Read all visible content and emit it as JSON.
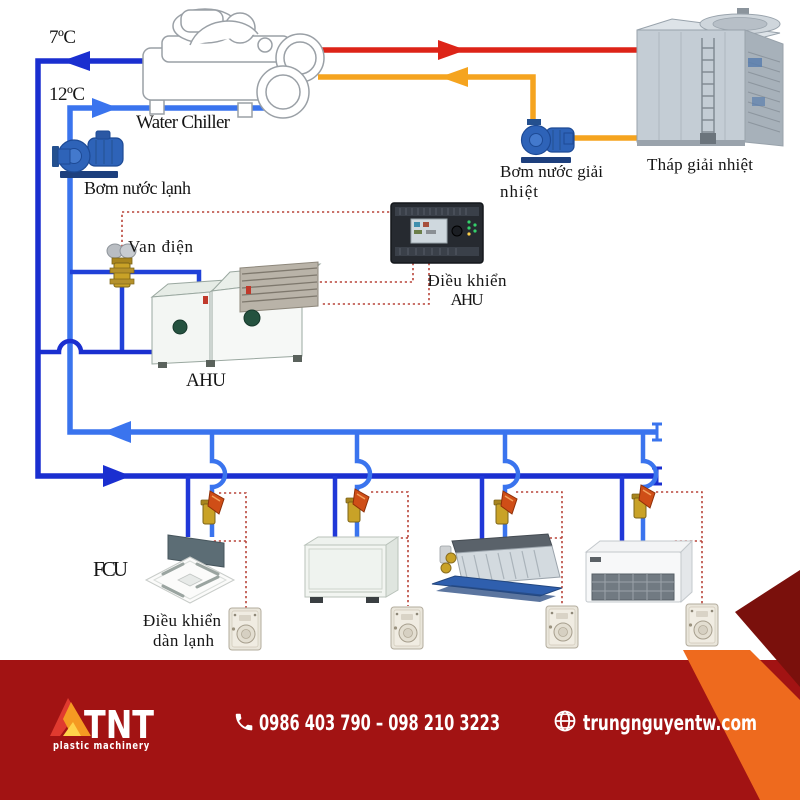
{
  "colors": {
    "pipe_supply_blue": "#1a2fd0",
    "pipe_return_blue": "#3a74ee",
    "pipe_hot_red": "#dd2418",
    "pipe_warm_orange": "#f5a41f",
    "control_wire_red": "#b9453a",
    "footer_red": "#a21313",
    "corner_maroon": "#7a100c",
    "corner_orange": "#ee6a1e",
    "valve_brass": "#c9a227",
    "valve_actuator_orange": "#cf4e17"
  },
  "diagram": {
    "supply_temp": "7ºC",
    "return_temp": "12ºC",
    "water_chiller_label": "Water Chiller",
    "chilled_pump_label": "Bơm nước lạnh",
    "condenser_pump_label_line1": "Bơm nước giải",
    "condenser_pump_label_line2": "nhiệt",
    "cooling_tower_label": "Tháp giải nhiệt",
    "valve_label": "Van điện",
    "ahu_label": "AHU",
    "ahu_controller_label_line1": "Điều khiển",
    "ahu_controller_label_line2": "AHU",
    "fcu_label": "FCU",
    "fcu_controller_label_line1": "Điều khiển",
    "fcu_controller_label_line2": "dàn lạnh"
  },
  "footer": {
    "logo_text": "TNT",
    "logo_subtext": "plastic machinery",
    "phone": "0986 403 790 – 098 210 3223",
    "website": "trungnguyentw.com"
  }
}
